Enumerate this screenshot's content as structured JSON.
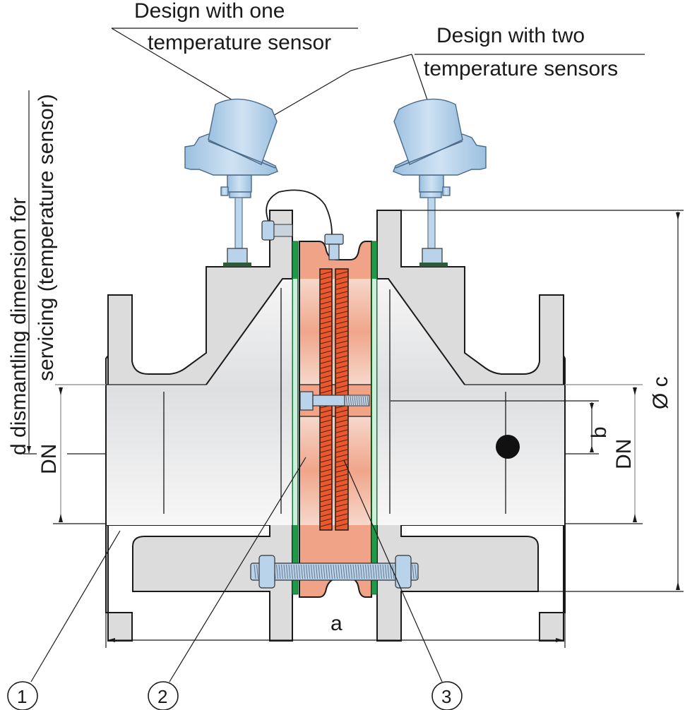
{
  "diagram": {
    "type": "technical cross-section drawing",
    "subject": "flanged valve body with insert and temperature sensors"
  },
  "labels": {
    "design_one_line1": "Design with one",
    "design_one_line2": "temperature sensor",
    "design_two_line1": "Design with two",
    "design_two_line2": "temperature sensors",
    "dismantling_line1": "d dismantling dimension for",
    "dismantling_line2": "servicing (temperature sensor)"
  },
  "dimensions": {
    "dn_left": "DN",
    "dn_right": "DN",
    "b": "b",
    "diameter_c": "Ø c",
    "a": "a"
  },
  "callouts": [
    {
      "number": "1",
      "refers_to": "valve body"
    },
    {
      "number": "2",
      "refers_to": "insert"
    },
    {
      "number": "3",
      "refers_to": "spring"
    }
  ],
  "colors": {
    "steel": "#dcdcdc",
    "copper_insert": "#f0a386",
    "spring": "#e85a2e",
    "gasket": "#1e9a48",
    "sensor_blue": "#a9cbe8",
    "line": "#1a1a1a"
  }
}
